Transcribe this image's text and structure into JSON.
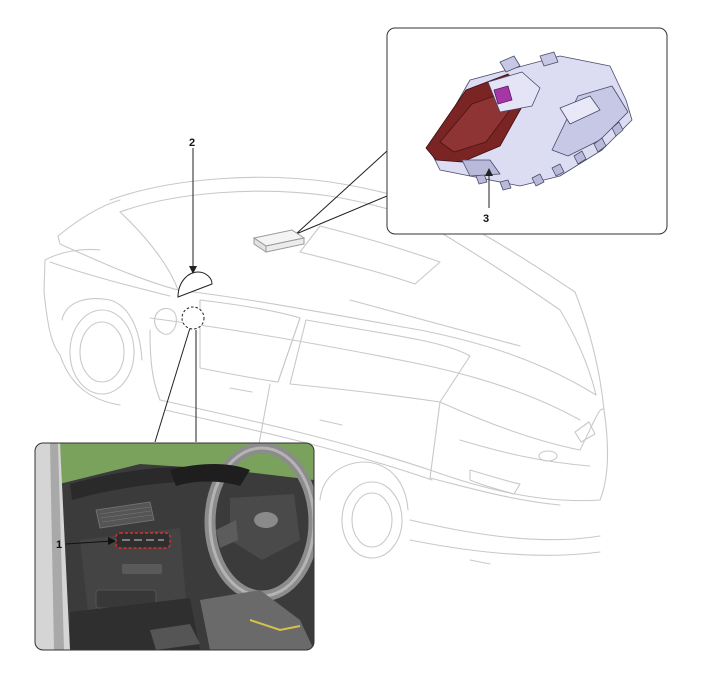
{
  "callouts": {
    "one": "1",
    "two": "2",
    "three": "3"
  },
  "colors": {
    "background": "#ffffff",
    "car_outline": "#c9c9c9",
    "leader_line": "#222222",
    "sensor_frame": "#dcdcf2",
    "sensor_bracket": "#7a2424",
    "sensor_lens": "#a536a5",
    "photo_backdrop": "#7aa25c",
    "photo_dash": "#3b3b3b",
    "highlight": "#d83030"
  },
  "icons": {
    "detail_top": "rain-light-sensor-detail",
    "detail_bottom": "dashboard-interior-photo",
    "callout_target": "dashed-circle-locator"
  }
}
